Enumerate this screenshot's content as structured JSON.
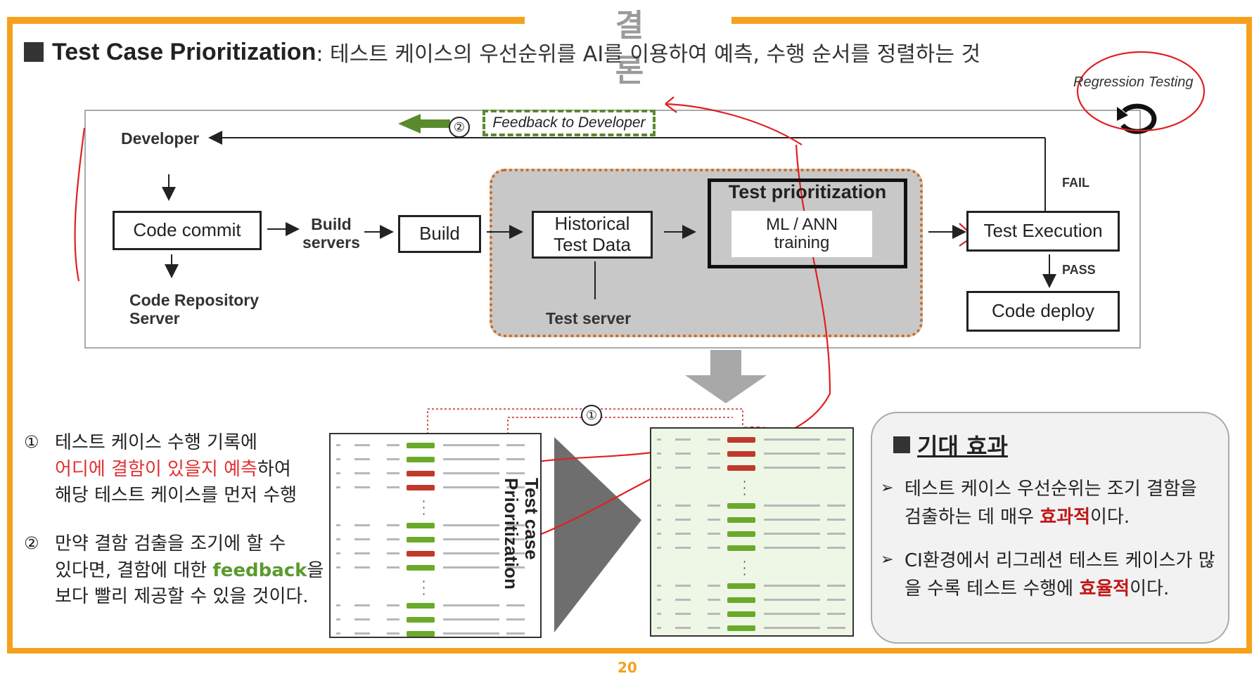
{
  "slide": {
    "title": "결 론",
    "subtitle_bold": "Test Case Prioritization",
    "subtitle_desc": " : 테스트 케이스의 우선순위를 AI를 이용하여 예측, 수행 순서를 정렬하는 것",
    "page_number": "20"
  },
  "diagram": {
    "developer": "Developer",
    "code_commit": "Code commit",
    "build_servers": "Build\nservers",
    "build": "Build",
    "historical": "Historical\nTest Data",
    "test_server": "Test server",
    "code_repo": "Code Repository\nServer",
    "prioritization": "Test prioritization",
    "ml_ann": "ML / ANN\ntraining",
    "test_execution": "Test Execution",
    "fail": "FAIL",
    "pass": "PASS",
    "code_deploy": "Code deploy",
    "feedback": "Feedback to Developer",
    "marker_2": "②",
    "marker_1": "①",
    "regression": "Regression Testing",
    "prio_rotated": "Test case\nPrioritization"
  },
  "notes": [
    {
      "num": "①",
      "line1": "테스트 케이스 수행 기록에",
      "line2_red": "어디에 결함이 있을지 예측",
      "line2_rest": "하여",
      "line3": "해당 테스트 케이스를 먼저 수행"
    },
    {
      "num": "②",
      "line1": "만약 결함 검출을 조기에 할 수",
      "line2_pre": "있다면, 결함에 대한 ",
      "line2_green": "feedback",
      "line2_post": "을",
      "line3": "보다 빨리 제공할 수 있을 것이다."
    }
  ],
  "effects": {
    "title": "기대 효과",
    "item1_pre": "테스트 케이스 우선순위는 조기 결함을 검출하는 데 매우 ",
    "item1_strong": "효과적",
    "item1_post": "이다.",
    "item2_pre": "CI환경에서 리그레션 테스트 케이스가 많을 수록 테스트 수행에 ",
    "item2_strong": "효율적",
    "item2_post": "이다.",
    "mark": "➢"
  },
  "colors": {
    "accent": "#f5a11e",
    "feedback_green": "#5a8a2e",
    "annotation_red": "#e02020",
    "panel_gray": "#c8c8c8",
    "panel_border": "#cf6a1c"
  }
}
